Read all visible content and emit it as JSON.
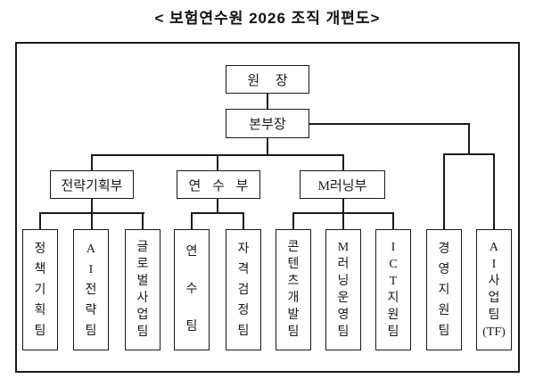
{
  "title": "< 보험연수원 2026 조직 개편도>",
  "org": {
    "president": "원 장",
    "division_head": "본부장",
    "departments": [
      {
        "name": "전략기획부",
        "teams": [
          {
            "name": "정책기획팀",
            "lines": [
              "정",
              "책",
              "기",
              "획",
              "팀"
            ]
          },
          {
            "name": "AI전략팀",
            "lines": [
              "A",
              "I",
              "전",
              "략",
              "팀"
            ]
          },
          {
            "name": "글로벌사업팀",
            "lines": [
              "글",
              "로",
              "벌",
              "사",
              "업",
              "팀"
            ]
          }
        ]
      },
      {
        "name": "연 수 부",
        "teams": [
          {
            "name": "연수팀",
            "lines": [
              "연",
              "수",
              "팀"
            ]
          },
          {
            "name": "자격검정팀",
            "lines": [
              "자",
              "격",
              "검",
              "정",
              "팀"
            ]
          }
        ]
      },
      {
        "name": "M러닝부",
        "teams": [
          {
            "name": "콘텐츠개발팀",
            "lines": [
              "콘",
              "텐",
              "츠",
              "개",
              "발",
              "팀"
            ]
          },
          {
            "name": "M러닝운영팀",
            "lines": [
              "M",
              "러",
              "닝",
              "운",
              "영",
              "팀"
            ]
          },
          {
            "name": "ICT지원팀",
            "lines": [
              "I",
              "C",
              "T",
              "지",
              "원",
              "팀"
            ]
          }
        ]
      }
    ],
    "direct_teams": [
      {
        "name": "경영지원팀",
        "lines": [
          "경",
          "영",
          "지",
          "원",
          "팀"
        ]
      },
      {
        "name": "AI사업팀(TF)",
        "lines": [
          "A",
          "I",
          "사",
          "업",
          "팀",
          "(TF)"
        ]
      }
    ]
  },
  "colors": {
    "background": "#ffffff",
    "line": "#1a1a1a",
    "text": "#1a1a1a"
  }
}
